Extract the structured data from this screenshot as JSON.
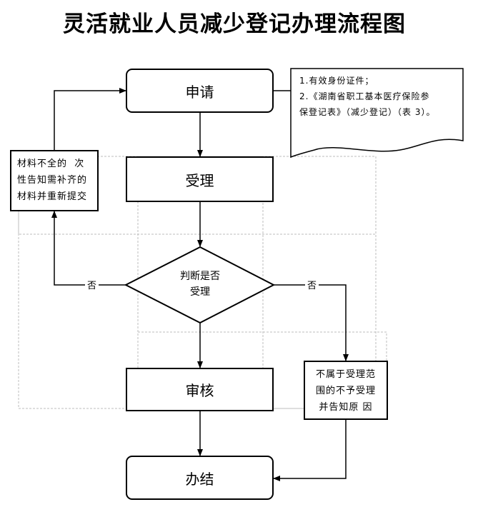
{
  "title": "灵活就业人员减少登记办理流程图",
  "steps": {
    "apply": "申请",
    "accept": "受理",
    "review": "审核",
    "finish": "办结"
  },
  "decision": {
    "line1": "判断是否",
    "line2": "受理"
  },
  "branch": {
    "left_no": "否",
    "right_no": "否"
  },
  "documents": {
    "item1": "1.有效身份证件；",
    "item2_line1": "2.《湖南省职工基本医疗保险参",
    "item2_line2": "保登记表》（减少登记）（表 3）。"
  },
  "incomplete_box": {
    "line1": "材料不全的  次",
    "line2": "性告知需补齐的",
    "line3": "材料并重新提交"
  },
  "reject_box": {
    "line1": "不属于受理范",
    "line2": "围的不予受理",
    "line3": "并告知原 因"
  }
}
